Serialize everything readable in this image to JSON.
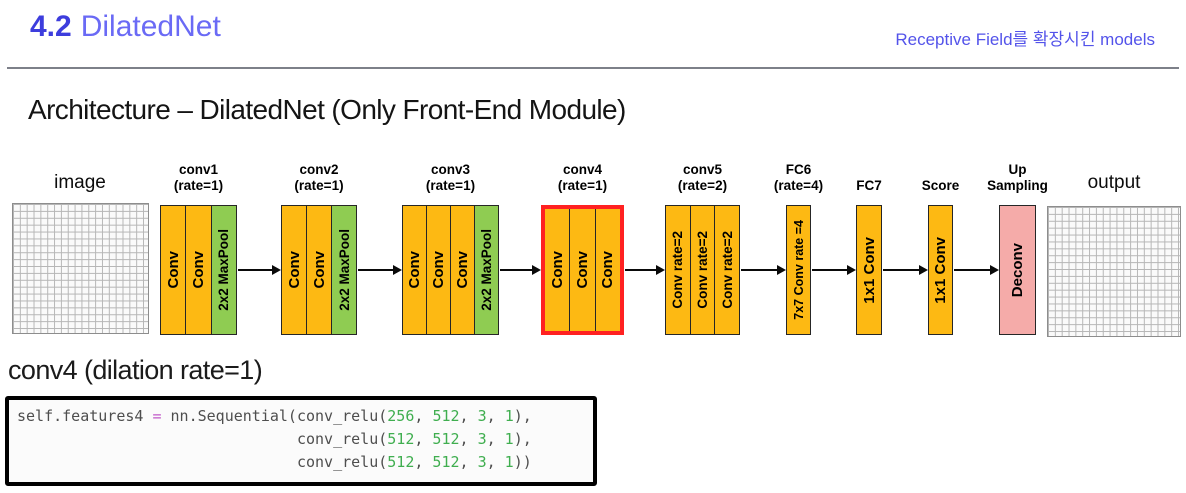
{
  "header": {
    "number": "4.2",
    "title": "DilatedNet",
    "subtitle": "Receptive Field를 확장시킨 models"
  },
  "architecture": {
    "heading": "Architecture – DilatedNet (Only Front-End Module)",
    "image_label": "image",
    "output_label": "output",
    "colors": {
      "conv": "#FDB913",
      "pool": "#8FCC52",
      "deconv": "#F5ABA9",
      "highlight": "#FF2121"
    },
    "blocks": [
      {
        "id": "conv1",
        "label": [
          "conv1",
          "(rate=1)"
        ],
        "highlight": false,
        "bars": [
          [
            "conv",
            "Conv"
          ],
          [
            "conv",
            "Conv"
          ],
          [
            "pool",
            "2x2 MaxPool"
          ]
        ]
      },
      {
        "id": "conv2",
        "label": [
          "conv2",
          "(rate=1)"
        ],
        "highlight": false,
        "bars": [
          [
            "conv",
            "Conv"
          ],
          [
            "conv",
            "Conv"
          ],
          [
            "pool",
            "2x2 MaxPool"
          ]
        ]
      },
      {
        "id": "conv3",
        "label": [
          "conv3",
          "(rate=1)"
        ],
        "highlight": false,
        "bars": [
          [
            "conv",
            "Conv"
          ],
          [
            "conv",
            "Conv"
          ],
          [
            "conv",
            "Conv"
          ],
          [
            "pool",
            "2x2 MaxPool"
          ]
        ]
      },
      {
        "id": "conv4",
        "label": [
          "conv4",
          "(rate=1)"
        ],
        "highlight": true,
        "bars": [
          [
            "conv",
            "Conv"
          ],
          [
            "conv",
            "Conv"
          ],
          [
            "conv",
            "Conv"
          ]
        ]
      },
      {
        "id": "conv5",
        "label": [
          "conv5",
          "(rate=2)"
        ],
        "highlight": false,
        "bars": [
          [
            "conv",
            "Conv rate=2"
          ],
          [
            "conv",
            "Conv rate=2"
          ],
          [
            "conv",
            "Conv rate=2"
          ]
        ]
      },
      {
        "id": "fc6",
        "label": [
          "FC6",
          "(rate=4)"
        ],
        "highlight": false,
        "bars": [
          [
            "conv",
            "7x7 Conv rate =4"
          ]
        ]
      },
      {
        "id": "fc7",
        "label": [
          "FC7"
        ],
        "highlight": false,
        "bars": [
          [
            "conv",
            "1x1 Conv"
          ]
        ]
      },
      {
        "id": "score",
        "label": [
          "Score"
        ],
        "highlight": false,
        "bars": [
          [
            "conv",
            "1x1 Conv"
          ]
        ]
      },
      {
        "id": "upsampling",
        "label": [
          "Up",
          "Sampling"
        ],
        "highlight": false,
        "bars": [
          [
            "deconv",
            "Deconv"
          ]
        ]
      }
    ]
  },
  "code": {
    "heading": "conv4 (dilation rate=1)",
    "lines": [
      [
        [
          "p",
          "self.features4 "
        ],
        [
          "o",
          "="
        ],
        [
          "p",
          " nn.Sequential(conv_relu("
        ],
        [
          "n",
          "256"
        ],
        [
          "p",
          ", "
        ],
        [
          "n",
          "512"
        ],
        [
          "p",
          ", "
        ],
        [
          "n",
          "3"
        ],
        [
          "p",
          ", "
        ],
        [
          "n",
          "1"
        ],
        [
          "p",
          "),"
        ]
      ],
      [
        [
          "p",
          "                               conv_relu("
        ],
        [
          "n",
          "512"
        ],
        [
          "p",
          ", "
        ],
        [
          "n",
          "512"
        ],
        [
          "p",
          ", "
        ],
        [
          "n",
          "3"
        ],
        [
          "p",
          ", "
        ],
        [
          "n",
          "1"
        ],
        [
          "p",
          "),"
        ]
      ],
      [
        [
          "p",
          "                               conv_relu("
        ],
        [
          "n",
          "512"
        ],
        [
          "p",
          ", "
        ],
        [
          "n",
          "512"
        ],
        [
          "p",
          ", "
        ],
        [
          "n",
          "3"
        ],
        [
          "p",
          ", "
        ],
        [
          "n",
          "1"
        ],
        [
          "p",
          "))"
        ]
      ]
    ]
  }
}
